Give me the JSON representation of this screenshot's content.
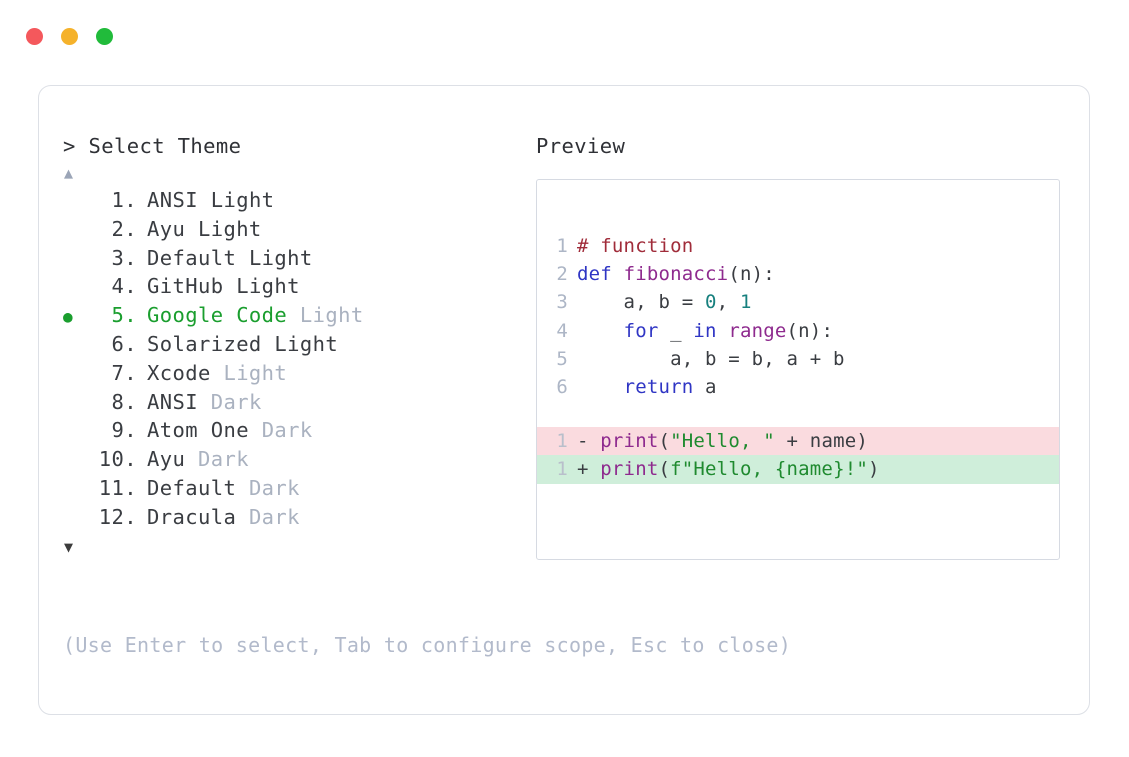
{
  "window": {
    "traffic_lights": [
      {
        "name": "close-button",
        "color": "#f4585c"
      },
      {
        "name": "minimize-button",
        "color": "#f5b22b"
      },
      {
        "name": "maximize-button",
        "color": "#21bb3b"
      }
    ]
  },
  "selector": {
    "prompt": "> Select Theme",
    "scroll_up": "▲",
    "scroll_down": "▼",
    "selected_index": 5,
    "bullet": "●",
    "items": [
      {
        "num": "1.",
        "name": "ANSI",
        "variant": "Light",
        "variant_dim": false,
        "selected": false
      },
      {
        "num": "2.",
        "name": "Ayu",
        "variant": "Light",
        "variant_dim": false,
        "selected": false
      },
      {
        "num": "3.",
        "name": "Default",
        "variant": "Light",
        "variant_dim": false,
        "selected": false
      },
      {
        "num": "4.",
        "name": "GitHub",
        "variant": "Light",
        "variant_dim": false,
        "selected": false
      },
      {
        "num": "5.",
        "name": "Google Code",
        "variant": "Light",
        "variant_dim": true,
        "selected": true
      },
      {
        "num": "6.",
        "name": "Solarized",
        "variant": "Light",
        "variant_dim": false,
        "selected": false
      },
      {
        "num": "7.",
        "name": "Xcode",
        "variant": "Light",
        "variant_dim": true,
        "selected": false
      },
      {
        "num": "8.",
        "name": "ANSI",
        "variant": "Dark",
        "variant_dim": true,
        "selected": false
      },
      {
        "num": "9.",
        "name": "Atom One",
        "variant": "Dark",
        "variant_dim": true,
        "selected": false
      },
      {
        "num": "10.",
        "name": "Ayu",
        "variant": "Dark",
        "variant_dim": true,
        "selected": false
      },
      {
        "num": "11.",
        "name": "Default",
        "variant": "Dark",
        "variant_dim": true,
        "selected": false
      },
      {
        "num": "12.",
        "name": "Dracula",
        "variant": "Dark",
        "variant_dim": true,
        "selected": false
      }
    ],
    "hint": "(Use Enter to select, Tab to configure scope, Esc to close)"
  },
  "preview": {
    "label": "Preview",
    "code_lines": [
      {
        "num": "1",
        "kind": "normal",
        "tokens": [
          {
            "text": "# function",
            "cls": "t-comment"
          }
        ]
      },
      {
        "num": "2",
        "kind": "normal",
        "tokens": [
          {
            "text": "def ",
            "cls": "t-keyword"
          },
          {
            "text": "fibonacci",
            "cls": "t-func"
          },
          {
            "text": "(n):",
            "cls": "t-plain"
          }
        ]
      },
      {
        "num": "3",
        "kind": "normal",
        "tokens": [
          {
            "text": "    a, b = ",
            "cls": "t-plain"
          },
          {
            "text": "0",
            "cls": "t-number"
          },
          {
            "text": ", ",
            "cls": "t-plain"
          },
          {
            "text": "1",
            "cls": "t-number"
          }
        ]
      },
      {
        "num": "4",
        "kind": "normal",
        "tokens": [
          {
            "text": "    ",
            "cls": "t-plain"
          },
          {
            "text": "for",
            "cls": "t-keyword"
          },
          {
            "text": " _ ",
            "cls": "t-plain"
          },
          {
            "text": "in",
            "cls": "t-keyword"
          },
          {
            "text": " ",
            "cls": "t-plain"
          },
          {
            "text": "range",
            "cls": "t-func"
          },
          {
            "text": "(n):",
            "cls": "t-plain"
          }
        ]
      },
      {
        "num": "5",
        "kind": "normal",
        "tokens": [
          {
            "text": "        a, b = b, a + b",
            "cls": "t-plain"
          }
        ]
      },
      {
        "num": "6",
        "kind": "normal",
        "tokens": [
          {
            "text": "    ",
            "cls": "t-plain"
          },
          {
            "text": "return",
            "cls": "t-keyword"
          },
          {
            "text": " a",
            "cls": "t-plain"
          }
        ]
      },
      {
        "num": "1",
        "kind": "del",
        "tokens": [
          {
            "text": "- ",
            "cls": "t-sign"
          },
          {
            "text": "print",
            "cls": "t-func"
          },
          {
            "text": "(",
            "cls": "t-plain"
          },
          {
            "text": "\"Hello, \"",
            "cls": "t-string"
          },
          {
            "text": " + name)",
            "cls": "t-plain"
          }
        ]
      },
      {
        "num": "1",
        "kind": "add",
        "tokens": [
          {
            "text": "+ ",
            "cls": "t-sign"
          },
          {
            "text": "print",
            "cls": "t-func"
          },
          {
            "text": "(",
            "cls": "t-plain"
          },
          {
            "text": "f\"Hello, {name}!\"",
            "cls": "t-string"
          },
          {
            "text": ")",
            "cls": "t-plain"
          }
        ]
      }
    ]
  },
  "colors": {
    "accent_selected": "#1a9e2e",
    "dim_text": "#aab2c0",
    "body_text": "#3a3d42",
    "diff_del_bg": "#fadbdf",
    "diff_add_bg": "#cfeeda",
    "card_border": "#dde0e6",
    "preview_border": "#d6dae2"
  }
}
